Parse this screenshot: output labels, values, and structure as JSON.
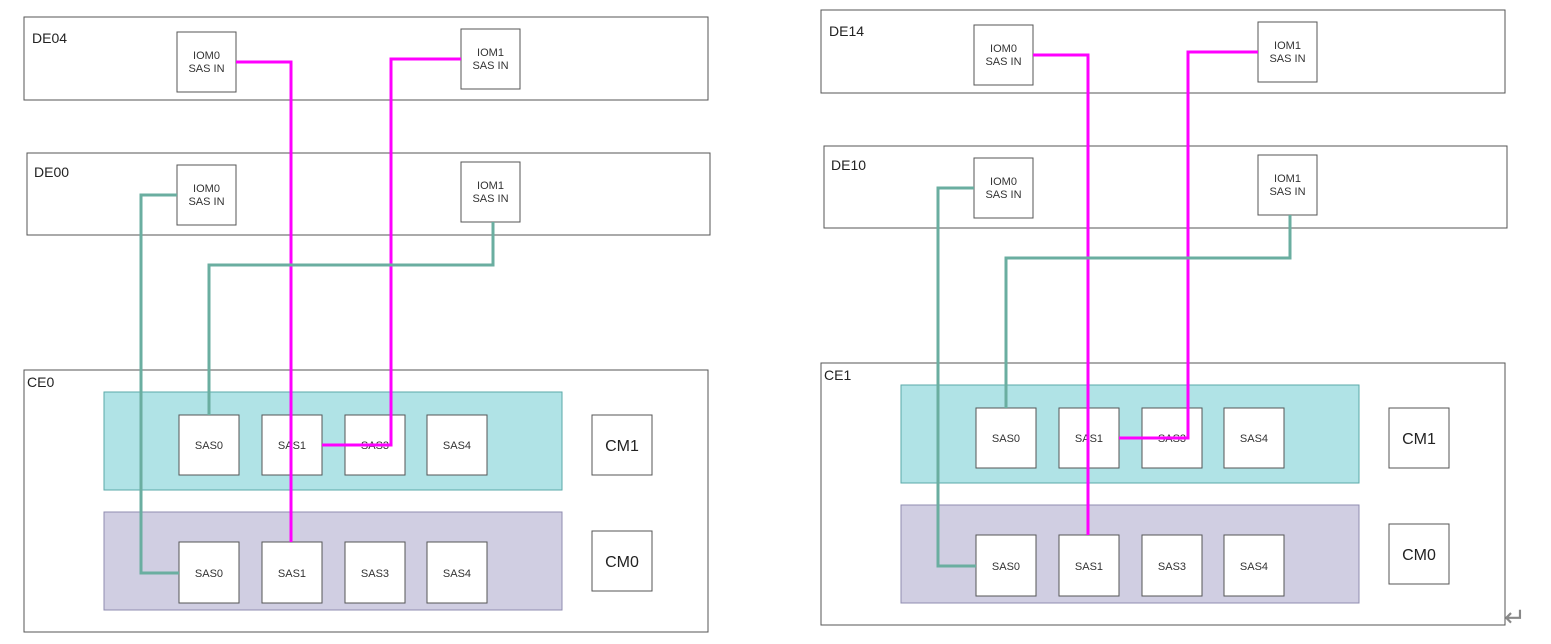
{
  "colors": {
    "magenta_cable": "#ff00ff",
    "teal_cable": "#6aaea0",
    "cm1_band": "#b0e3e6",
    "cm1_band_border": "#5aa9a8",
    "cm0_band": "#d0cee2",
    "cm0_band_border": "#8f8cb0"
  },
  "panels": [
    {
      "de_upper": {
        "label": "DE04",
        "iom0": [
          "IOM0",
          "SAS  IN"
        ],
        "iom1": [
          "IOM1",
          "SAS  IN"
        ]
      },
      "de_lower": {
        "label": "DE00",
        "iom0": [
          "IOM0",
          "SAS  IN"
        ],
        "iom1": [
          "IOM1",
          "SAS  IN"
        ]
      },
      "ce": {
        "label": "CE0",
        "cm1_ports": [
          "SAS0",
          "SAS1",
          "SAS3",
          "SAS4"
        ],
        "cm0_ports": [
          "SAS0",
          "SAS1",
          "SAS3",
          "SAS4"
        ],
        "cm1": "CM1",
        "cm0": "CM0"
      }
    },
    {
      "de_upper": {
        "label": "DE14",
        "iom0": [
          "IOM0",
          "SAS  IN"
        ],
        "iom1": [
          "IOM1",
          "SAS  IN"
        ]
      },
      "de_lower": {
        "label": "DE10",
        "iom0": [
          "IOM0",
          "SAS  IN"
        ],
        "iom1": [
          "IOM1",
          "SAS  IN"
        ]
      },
      "ce": {
        "label": "CE1",
        "cm1_ports": [
          "SAS0",
          "SAS1",
          "SAS3",
          "SAS4"
        ],
        "cm0_ports": [
          "SAS0",
          "SAS1",
          "SAS3",
          "SAS4"
        ],
        "cm1": "CM1",
        "cm0": "CM0"
      }
    }
  ],
  "return_icon": "↵"
}
